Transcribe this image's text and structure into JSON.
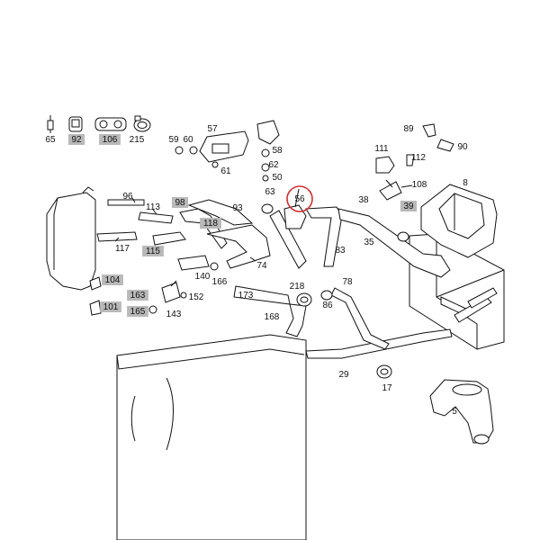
{
  "diagram": {
    "accent_color": "#d32f2f",
    "highlight_fill": "#b9b9b9",
    "selected_part": "56",
    "legend": [
      {
        "label": "65",
        "shaded": false,
        "icon": "clip-icon"
      },
      {
        "label": "92",
        "shaded": true,
        "icon": "bracket-icon"
      },
      {
        "label": "106",
        "shaded": true,
        "icon": "double-clamp-icon"
      },
      {
        "label": "215",
        "shaded": false,
        "icon": "hose-clamp-icon"
      }
    ],
    "parts": [
      {
        "id": "57",
        "shaded": false
      },
      {
        "id": "59",
        "shaded": false
      },
      {
        "id": "60",
        "shaded": false
      },
      {
        "id": "61",
        "shaded": false
      },
      {
        "id": "58",
        "shaded": false
      },
      {
        "id": "62",
        "shaded": false
      },
      {
        "id": "50",
        "shaded": false
      },
      {
        "id": "63",
        "shaded": false
      },
      {
        "id": "56",
        "shaded": false
      },
      {
        "id": "89",
        "shaded": false
      },
      {
        "id": "90",
        "shaded": false
      },
      {
        "id": "111",
        "shaded": false
      },
      {
        "id": "112",
        "shaded": false
      },
      {
        "id": "108",
        "shaded": false
      },
      {
        "id": "8",
        "shaded": false
      },
      {
        "id": "38",
        "shaded": false
      },
      {
        "id": "39",
        "shaded": true
      },
      {
        "id": "35",
        "shaded": false
      },
      {
        "id": "83",
        "shaded": false
      },
      {
        "id": "96",
        "shaded": false
      },
      {
        "id": "113",
        "shaded": false
      },
      {
        "id": "98",
        "shaded": true
      },
      {
        "id": "93",
        "shaded": false
      },
      {
        "id": "118",
        "shaded": true
      },
      {
        "id": "117",
        "shaded": false
      },
      {
        "id": "115",
        "shaded": true
      },
      {
        "id": "74",
        "shaded": false
      },
      {
        "id": "104",
        "shaded": true
      },
      {
        "id": "163",
        "shaded": true
      },
      {
        "id": "165",
        "shaded": true
      },
      {
        "id": "101",
        "shaded": true
      },
      {
        "id": "152",
        "shaded": false
      },
      {
        "id": "143",
        "shaded": false
      },
      {
        "id": "140",
        "shaded": false
      },
      {
        "id": "166",
        "shaded": false
      },
      {
        "id": "173",
        "shaded": false
      },
      {
        "id": "218",
        "shaded": false
      },
      {
        "id": "78",
        "shaded": false
      },
      {
        "id": "86",
        "shaded": false
      },
      {
        "id": "168",
        "shaded": false
      },
      {
        "id": "29",
        "shaded": false
      },
      {
        "id": "17",
        "shaded": false
      },
      {
        "id": "5",
        "shaded": false
      }
    ]
  }
}
